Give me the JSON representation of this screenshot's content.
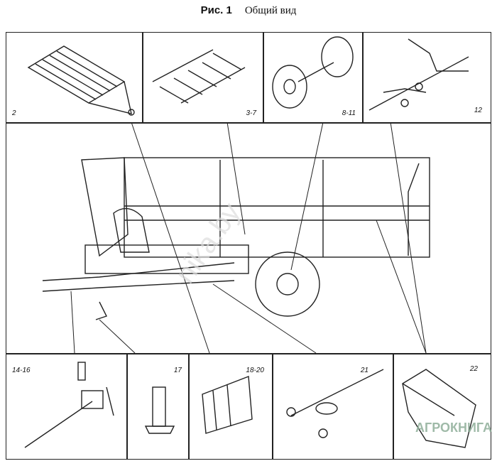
{
  "title": {
    "prefix": "Рис. 1",
    "text": "Общий вид"
  },
  "parts": [
    {
      "label": "2"
    },
    {
      "label": "3-7"
    },
    {
      "label": "8-11"
    },
    {
      "label": "12"
    },
    {
      "label": "14-16"
    },
    {
      "label": "17"
    },
    {
      "label": "18-20"
    },
    {
      "label": "21"
    },
    {
      "label": "22"
    }
  ],
  "watermarks": {
    "center": "nika.by",
    "corner": "АГРОКНИГА"
  }
}
